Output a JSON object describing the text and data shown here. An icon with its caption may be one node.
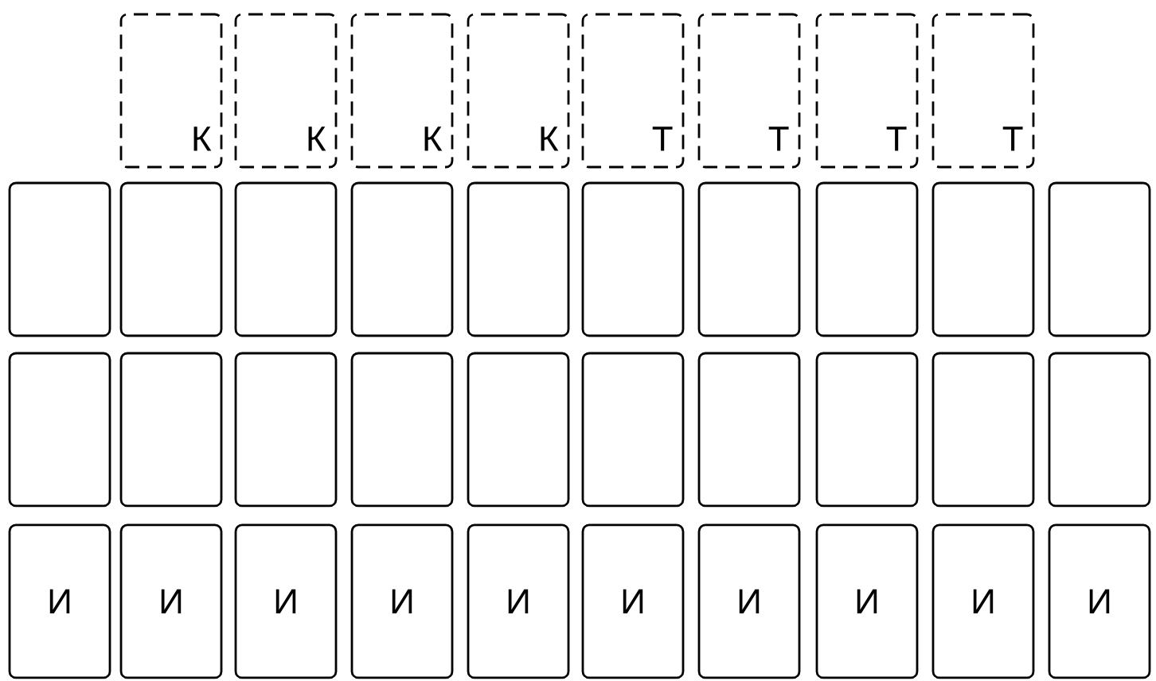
{
  "diagram": {
    "nodes": [
      {
        "text": [
          "К"
        ]
      },
      {
        "text": [
          "К"
        ]
      },
      {
        "text": [
          "К"
        ]
      },
      {
        "text": [
          "К"
        ]
      },
      {
        "text": [
          "Т"
        ]
      },
      {
        "text": [
          "Т"
        ]
      },
      {
        "text": [
          "Т"
        ]
      },
      {
        "text": [
          "Т"
        ]
      },
      {
        "text": [],
        "shape": "box"
      },
      {
        "text": [],
        "shape": "box"
      },
      {
        "text": [],
        "shape": "box"
      },
      {
        "text": [],
        "shape": "box"
      },
      {
        "text": [],
        "shape": "box"
      },
      {
        "text": [],
        "shape": "box"
      },
      {
        "text": [],
        "shape": "box"
      },
      {
        "text": [],
        "shape": "box"
      },
      {
        "text": [],
        "shape": "box"
      },
      {
        "text": [],
        "shape": "box"
      },
      {
        "text": [],
        "shape": "box"
      },
      {
        "text": [],
        "shape": "box"
      },
      {
        "text": [],
        "shape": "box"
      },
      {
        "text": [],
        "shape": "box"
      },
      {
        "text": [],
        "shape": "box"
      },
      {
        "text": [],
        "shape": "box"
      },
      {
        "text": [],
        "shape": "box"
      },
      {
        "text": [],
        "shape": "box"
      },
      {
        "text": [],
        "shape": "box"
      },
      {
        "text": [],
        "shape": "box"
      },
      {
        "text": [
          "И"
        ]
      },
      {
        "text": [
          "И"
        ]
      },
      {
        "text": [
          "И"
        ]
      },
      {
        "text": [
          "И"
        ]
      },
      {
        "text": [
          "И"
        ]
      },
      {
        "text": [
          "И"
        ]
      },
      {
        "text": [
          "И"
        ]
      },
      {
        "text": [
          "И"
        ]
      },
      {
        "text": [
          "И"
        ]
      },
      {
        "text": [
          "И"
        ]
      }
    ]
  }
}
